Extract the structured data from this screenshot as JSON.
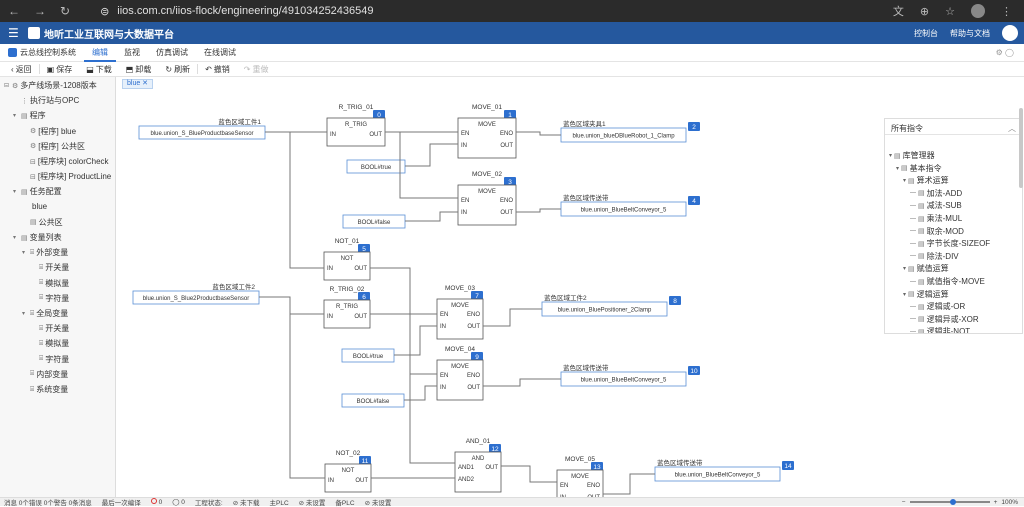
{
  "browser": {
    "url": "iios.com.cn/iios-flock/engineering/491034252436549"
  },
  "app": {
    "title": "地听工业互联网与大数据平台",
    "links": [
      "控制台",
      "帮助与文档"
    ]
  },
  "menubar": {
    "system": "云总线控制系统",
    "tabs": [
      "编辑",
      "监视",
      "仿真调试",
      "在线调试"
    ],
    "active_tab": 0
  },
  "toolbar": {
    "items": [
      "返回",
      "保存",
      "下载",
      "卸载",
      "刷新",
      "撤销",
      "重做"
    ]
  },
  "sidebar": {
    "items": [
      {
        "label": "多产线场景-1208版本",
        "level": 0,
        "toggle": "⊟",
        "icon": "⚙"
      },
      {
        "label": "执行站与OPC",
        "level": 1,
        "toggle": "",
        "icon": "⋮"
      },
      {
        "label": "程序",
        "level": 1,
        "toggle": "▾",
        "icon": "▤"
      },
      {
        "label": "[程序] blue",
        "level": 2,
        "toggle": "",
        "icon": "⚙"
      },
      {
        "label": "[程序] 公共区",
        "level": 2,
        "toggle": "",
        "icon": "⚙"
      },
      {
        "label": "[程序块] colorCheck",
        "level": 2,
        "toggle": "",
        "icon": "⊟"
      },
      {
        "label": "[程序块] ProductLine",
        "level": 2,
        "toggle": "",
        "icon": "⊟"
      },
      {
        "label": "任务配置",
        "level": 1,
        "toggle": "▾",
        "icon": "▤"
      },
      {
        "label": "blue",
        "level": 2,
        "toggle": "",
        "icon": ""
      },
      {
        "label": "公共区",
        "level": 2,
        "toggle": "",
        "icon": "▤"
      },
      {
        "label": "变量列表",
        "level": 1,
        "toggle": "▾",
        "icon": "▤"
      },
      {
        "label": "外部变量",
        "level": 2,
        "toggle": "▾",
        "icon": "⌸"
      },
      {
        "label": "开关量",
        "level": 3,
        "toggle": "",
        "icon": "⌸"
      },
      {
        "label": "模拟量",
        "level": 3,
        "toggle": "",
        "icon": "⌸"
      },
      {
        "label": "字符量",
        "level": 3,
        "toggle": "",
        "icon": "⌸"
      },
      {
        "label": "全局变量",
        "level": 2,
        "toggle": "▾",
        "icon": "⌸"
      },
      {
        "label": "开关量",
        "level": 3,
        "toggle": "",
        "icon": "⌸"
      },
      {
        "label": "模拟量",
        "level": 3,
        "toggle": "",
        "icon": "⌸"
      },
      {
        "label": "字符量",
        "level": 3,
        "toggle": "",
        "icon": "⌸"
      },
      {
        "label": "内部变量",
        "level": 2,
        "toggle": "",
        "icon": "⌸"
      },
      {
        "label": "系统变量",
        "level": 2,
        "toggle": "",
        "icon": "⌸"
      }
    ]
  },
  "canvas_tab": "blue ✕",
  "diagram": {
    "blocks": [
      {
        "id": 0,
        "name": "R_TRIG_01",
        "type": "R_TRIG",
        "pins_in": [
          "IN"
        ],
        "pins_out": [
          "OUT"
        ]
      },
      {
        "id": 1,
        "name": "MOVE_01",
        "type": "MOVE",
        "pins_in": [
          "EN",
          "IN"
        ],
        "pins_out": [
          "ENO",
          "OUT"
        ]
      },
      {
        "id": 3,
        "name": "MOVE_02",
        "type": "MOVE",
        "pins_in": [
          "EN",
          "IN"
        ],
        "pins_out": [
          "ENO",
          "OUT"
        ]
      },
      {
        "id": 5,
        "name": "NOT_01",
        "type": "NOT",
        "pins_in": [
          "IN"
        ],
        "pins_out": [
          "OUT"
        ]
      },
      {
        "id": 6,
        "name": "R_TRIG_02",
        "type": "R_TRIG",
        "pins_in": [
          "IN"
        ],
        "pins_out": [
          "OUT"
        ]
      },
      {
        "id": 7,
        "name": "MOVE_03",
        "type": "MOVE",
        "pins_in": [
          "EN",
          "IN"
        ],
        "pins_out": [
          "ENO",
          "OUT"
        ]
      },
      {
        "id": 9,
        "name": "MOVE_04",
        "type": "MOVE",
        "pins_in": [
          "EN",
          "IN"
        ],
        "pins_out": [
          "ENO",
          "OUT"
        ]
      },
      {
        "id": 11,
        "name": "NOT_02",
        "type": "NOT",
        "pins_in": [
          "IN"
        ],
        "pins_out": [
          "OUT"
        ]
      },
      {
        "id": 12,
        "name": "AND_01",
        "type": "AND",
        "pins_in": [
          "AND1",
          "AND2"
        ],
        "pins_out": [
          "OUT"
        ]
      },
      {
        "id": 13,
        "name": "MOVE_05",
        "type": "MOVE",
        "pins_in": [
          "EN",
          "IN"
        ],
        "pins_out": [
          "ENO",
          "OUT"
        ]
      }
    ],
    "variables": [
      {
        "id": 2,
        "caption": "蓝色区域夹具1",
        "text": "blue.union_blueDBlueRobot_1_Clamp"
      },
      {
        "id": 4,
        "caption": "蓝色区域传送带",
        "text": "blue.union_BlueBeltConveyor_5"
      },
      {
        "id": 8,
        "caption": "蓝色区域工件2",
        "text": "blue.union_BluePositioner_2Clamp"
      },
      {
        "id": 10,
        "caption": "蓝色区域传送带",
        "text": "blue.union_BlueBeltConveyor_5"
      },
      {
        "id": 14,
        "caption": "蓝色区域传送带",
        "text": "blue.union_BlueBeltConveyor_5"
      }
    ],
    "inputs": [
      {
        "caption": "蓝色区域工件1",
        "text": "blue.union_S_BlueProductbaseSensor"
      },
      {
        "caption": "蓝色区域工件2",
        "text": "blue.union_S_Blue2ProductbaseSensor"
      }
    ],
    "constants": [
      "BOOL#true",
      "BOOL#false",
      "BOOL#true",
      "BOOL#false"
    ]
  },
  "rpanel": {
    "title": "所有指令",
    "items": [
      {
        "label": "库管理器",
        "level": 0,
        "toggle": "▾"
      },
      {
        "label": "基本指令",
        "level": 1,
        "toggle": "▾"
      },
      {
        "label": "算术运算",
        "level": 2,
        "toggle": "▾"
      },
      {
        "label": "加法-ADD",
        "level": 3,
        "toggle": ""
      },
      {
        "label": "减法-SUB",
        "level": 3,
        "toggle": ""
      },
      {
        "label": "乘法-MUL",
        "level": 3,
        "toggle": ""
      },
      {
        "label": "取余-MOD",
        "level": 3,
        "toggle": ""
      },
      {
        "label": "字节长度-SIZEOF",
        "level": 3,
        "toggle": ""
      },
      {
        "label": "除法-DIV",
        "level": 3,
        "toggle": ""
      },
      {
        "label": "赋值运算",
        "level": 2,
        "toggle": "▾"
      },
      {
        "label": "赋值指令-MOVE",
        "level": 3,
        "toggle": ""
      },
      {
        "label": "逻辑运算",
        "level": 2,
        "toggle": "▾"
      },
      {
        "label": "逻辑或-OR",
        "level": 3,
        "toggle": ""
      },
      {
        "label": "逻辑异或-XOR",
        "level": 3,
        "toggle": ""
      },
      {
        "label": "逻辑非-NOT",
        "level": 3,
        "toggle": ""
      }
    ]
  },
  "status": {
    "messages": "消息 0个错误 0个警告 0条消息",
    "last_compile": "最后一次编译",
    "errors": "0",
    "warnings": "0",
    "work_status": "工程状态:",
    "undownloaded": "未下载",
    "main_plc": "主PLC",
    "unset1": "未设置",
    "backup_plc": "备PLC",
    "unset2": "未设置",
    "zoom": "100%"
  },
  "colors": {
    "accent": "#2d6fcf",
    "appbar": "#25589e",
    "wire": "#777777"
  }
}
